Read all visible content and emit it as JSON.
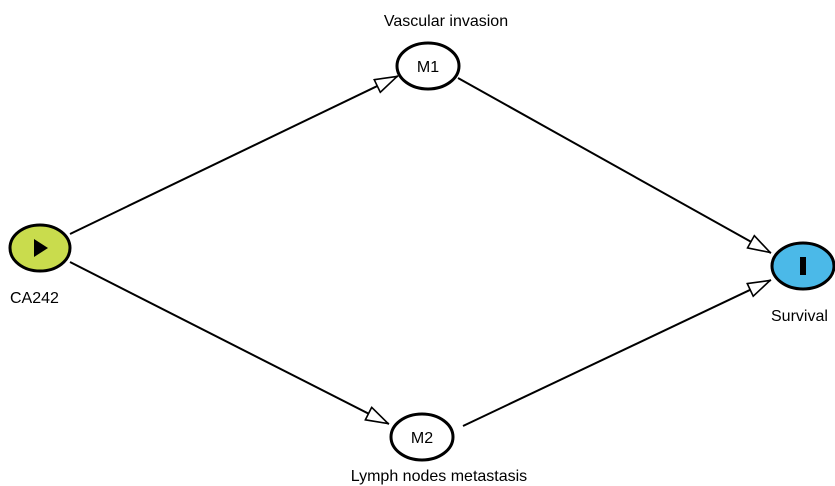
{
  "diagram": {
    "nodes": {
      "exposure": {
        "label": "CA242",
        "role": "exposure",
        "icon": "play-icon",
        "color": "#c9dc4d"
      },
      "mediator1": {
        "label": "Vascular invasion",
        "text": "M1",
        "role": "mediator",
        "color": "#ffffff"
      },
      "mediator2": {
        "label": "Lymph nodes metastasis",
        "text": "M2",
        "role": "mediator",
        "color": "#ffffff"
      },
      "outcome": {
        "label": "Survival",
        "role": "outcome",
        "icon": "bar-icon",
        "color": "#4bb9e8"
      }
    },
    "edges": [
      {
        "from": "CA242",
        "to": "M1"
      },
      {
        "from": "CA242",
        "to": "M2"
      },
      {
        "from": "M1",
        "to": "Survival"
      },
      {
        "from": "M2",
        "to": "Survival"
      }
    ]
  }
}
